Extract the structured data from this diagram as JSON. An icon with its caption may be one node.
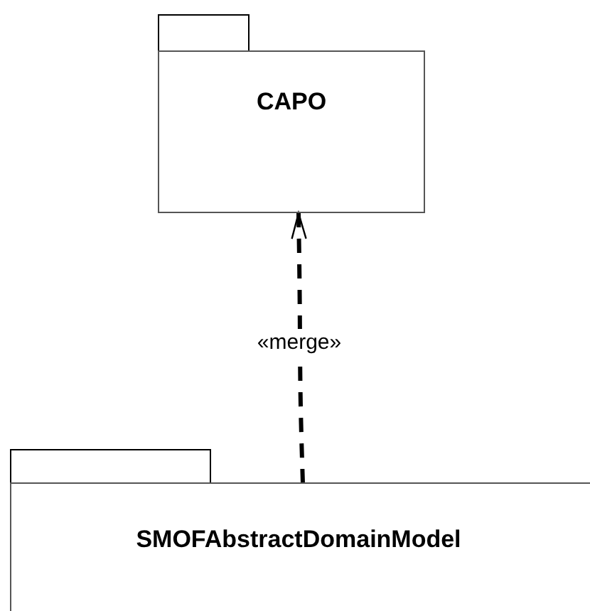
{
  "diagram": {
    "nodes": [
      {
        "text": [
          "CAPO"
        ]
      },
      {
        "text": [
          "SMOFAbstractDomainModel"
        ]
      }
    ],
    "edges": [
      {
        "from": 1,
        "to": 0,
        "arrow": "to",
        "label": "«merge»",
        "style": "dashed"
      }
    ]
  }
}
